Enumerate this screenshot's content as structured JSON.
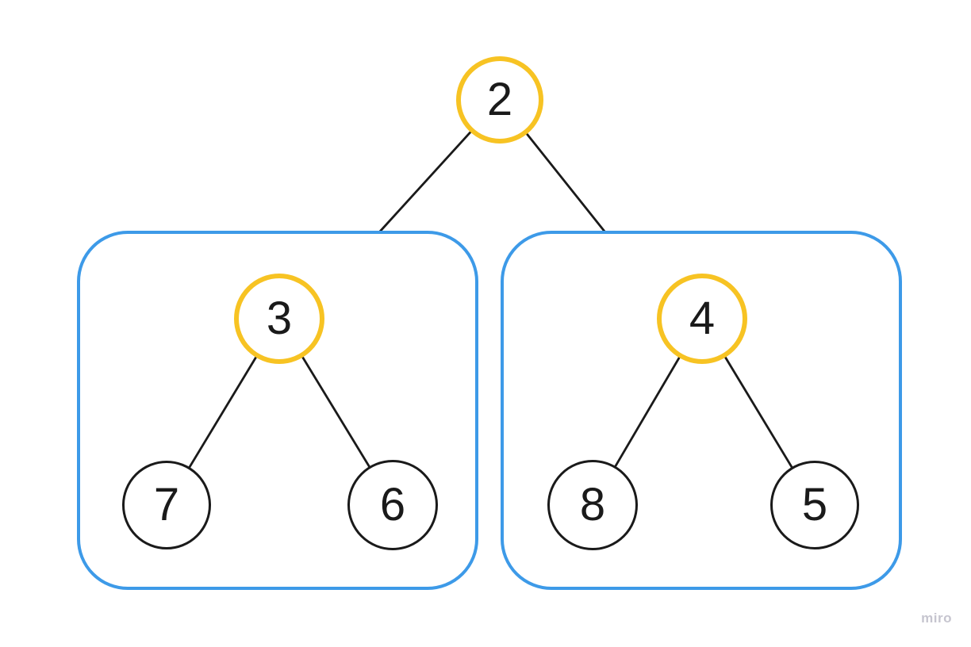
{
  "diagram": {
    "type": "binary-tree",
    "watermark": "miro",
    "colors": {
      "highlighted_node_border": "#F7C323",
      "leaf_node_border": "#1A1A1A",
      "group_frame_border": "#3D9AE8",
      "edge_stroke": "#1A1A1A",
      "node_text": "#1A1A1A",
      "watermark_text": "#C6C5CF",
      "background": "#FFFFFF"
    },
    "nodes": [
      {
        "id": "root",
        "label": "2",
        "highlighted": true
      },
      {
        "id": "left-subtree-root",
        "label": "3",
        "highlighted": true
      },
      {
        "id": "right-subtree-root",
        "label": "4",
        "highlighted": true
      },
      {
        "id": "left-left-leaf",
        "label": "7",
        "highlighted": false
      },
      {
        "id": "left-right-leaf",
        "label": "6",
        "highlighted": false
      },
      {
        "id": "right-left-leaf",
        "label": "8",
        "highlighted": false
      },
      {
        "id": "right-right-leaf",
        "label": "5",
        "highlighted": false
      }
    ],
    "edges": [
      {
        "from": "2",
        "to": "left-group"
      },
      {
        "from": "2",
        "to": "right-group"
      },
      {
        "from": "3",
        "to": "7"
      },
      {
        "from": "3",
        "to": "6"
      },
      {
        "from": "4",
        "to": "8"
      },
      {
        "from": "4",
        "to": "5"
      }
    ],
    "groups": [
      {
        "id": "left-group",
        "members": [
          "3",
          "7",
          "6"
        ]
      },
      {
        "id": "right-group",
        "members": [
          "4",
          "8",
          "5"
        ]
      }
    ]
  }
}
